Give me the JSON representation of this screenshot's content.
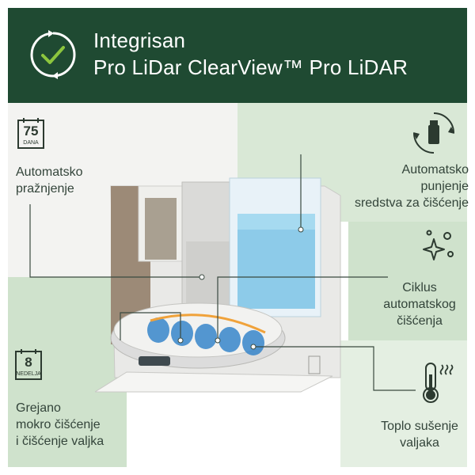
{
  "header": {
    "title_line1": "Integrisan",
    "title_line2": "Pro LiDar ClearView™ Pro LiDAR",
    "icon": "refresh-check-icon"
  },
  "features": {
    "auto_empty": {
      "badge_number": "75",
      "badge_unit": "DANA",
      "label_lines": [
        "Automatsko",
        "pražnjenje"
      ],
      "icon": "calendar-icon"
    },
    "auto_refill": {
      "label_lines": [
        "Automatsko",
        "punjenje",
        "sredstva za čišćenje"
      ],
      "icon": "bottle-refresh-icon"
    },
    "self_clean": {
      "label_lines": [
        "Ciklus",
        "automatskog",
        "čišćenja"
      ],
      "icon": "sparkle-icon"
    },
    "heated_wash": {
      "badge_number": "8",
      "badge_unit": "NEDELJA",
      "label_lines": [
        "Grejano",
        "mokro čišćenje",
        "i čišćenje valjka"
      ],
      "icon": "calendar-icon"
    },
    "warm_dry": {
      "label_lines": [
        "Toplo sušenje",
        "valjaka"
      ],
      "icon": "thermometer-heat-icon"
    }
  },
  "colors": {
    "header_bg": "#1f4a32",
    "accent_light": "#d7e6d5",
    "accent_mid": "#c3d9c3",
    "text": "#33443a"
  }
}
